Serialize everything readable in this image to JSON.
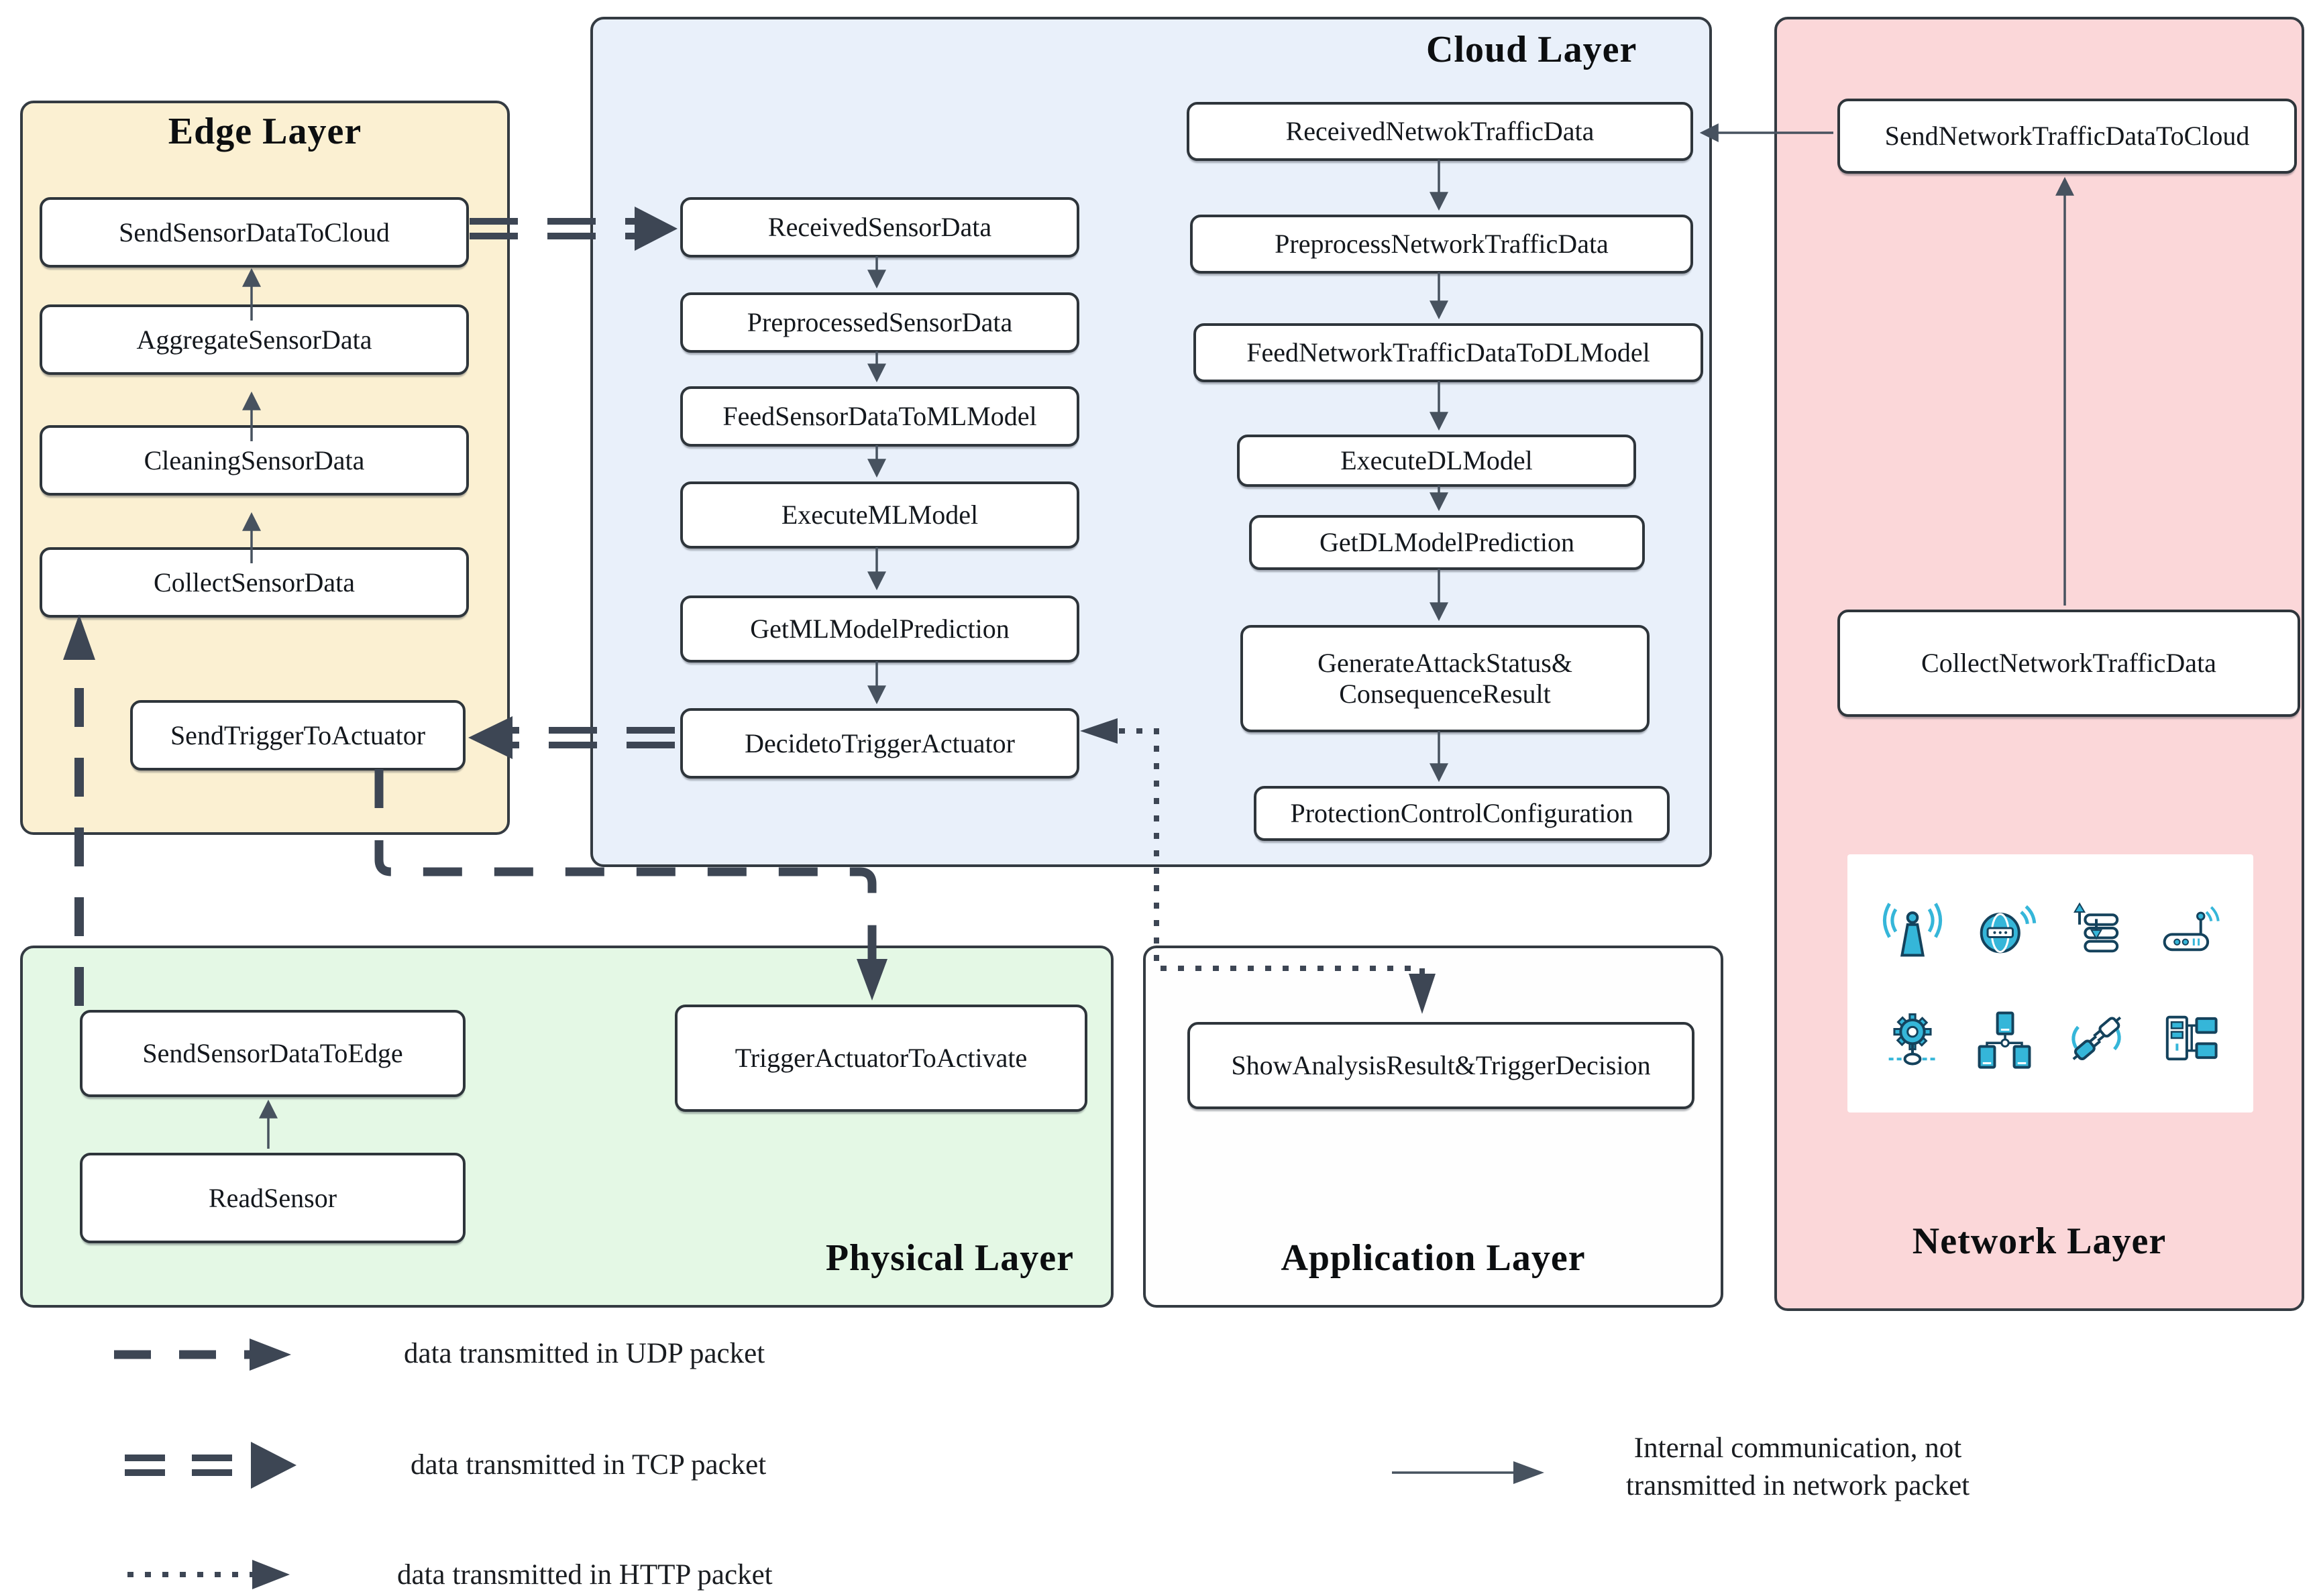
{
  "layers": {
    "edge": {
      "title": "Edge Layer",
      "nodes": [
        {
          "label": "SendSensorDataToCloud"
        },
        {
          "label": "AggregateSensorData"
        },
        {
          "label": "CleaningSensorData"
        },
        {
          "label": "CollectSensorData"
        },
        {
          "label": "SendTriggerToActuator"
        }
      ]
    },
    "cloud": {
      "title": "Cloud Layer",
      "sensor_pipeline": [
        {
          "label": "ReceivedSensorData"
        },
        {
          "label": "PreprocessedSensorData"
        },
        {
          "label": "FeedSensorDataToMLModel"
        },
        {
          "label": "ExecuteMLModel"
        },
        {
          "label": "GetMLModelPrediction"
        },
        {
          "label": "DecidetoTriggerActuator"
        }
      ],
      "network_pipeline": [
        {
          "label": "ReceivedNetwokTrafficData"
        },
        {
          "label": "PreprocessNetworkTrafficData"
        },
        {
          "label": "FeedNetworkTrafficDataToDLModel"
        },
        {
          "label": "ExecuteDLModel"
        },
        {
          "label": "GetDLModelPrediction"
        },
        {
          "label_line1": "GenerateAttackStatus&",
          "label_line2": "ConsequenceResult"
        },
        {
          "label": "ProtectionControlConfiguration"
        }
      ]
    },
    "network": {
      "title": "Network Layer",
      "nodes": [
        {
          "label": "SendNetworkTrafficDataToCloud"
        },
        {
          "label": "CollectNetworkTrafficData"
        }
      ],
      "icons": [
        "wireless-antenna-icon",
        "www-globe-icon",
        "database-sync-icon",
        "wifi-router-icon",
        "gear-network-icon",
        "computer-network-icon",
        "plug-connection-icon",
        "server-workstations-icon"
      ]
    },
    "physical": {
      "title": "Physical Layer",
      "nodes": [
        {
          "label": "SendSensorDataToEdge"
        },
        {
          "label": "ReadSensor"
        },
        {
          "label": "TriggerActuatorToActivate"
        }
      ]
    },
    "application": {
      "title": "Application Layer",
      "nodes": [
        {
          "label": "ShowAnalysisResult&TriggerDecision"
        }
      ]
    }
  },
  "legend": {
    "udp": "data transmitted in UDP packet",
    "tcp": "data transmitted in TCP packet",
    "http": "data transmitted in HTTP packet",
    "internal_line1": "Internal  communication, not",
    "internal_line2": "transmitted in network packet"
  },
  "colors": {
    "edge_fill": "#fbf0d2",
    "cloud_fill": "#e9f0fa",
    "network_fill": "#fbd7d9",
    "physical_fill": "#e4f8e5",
    "application_fill": "#fefefe",
    "wire": "#3d4654",
    "icon_teal": "#35b6d9",
    "icon_outline": "#14425c"
  }
}
